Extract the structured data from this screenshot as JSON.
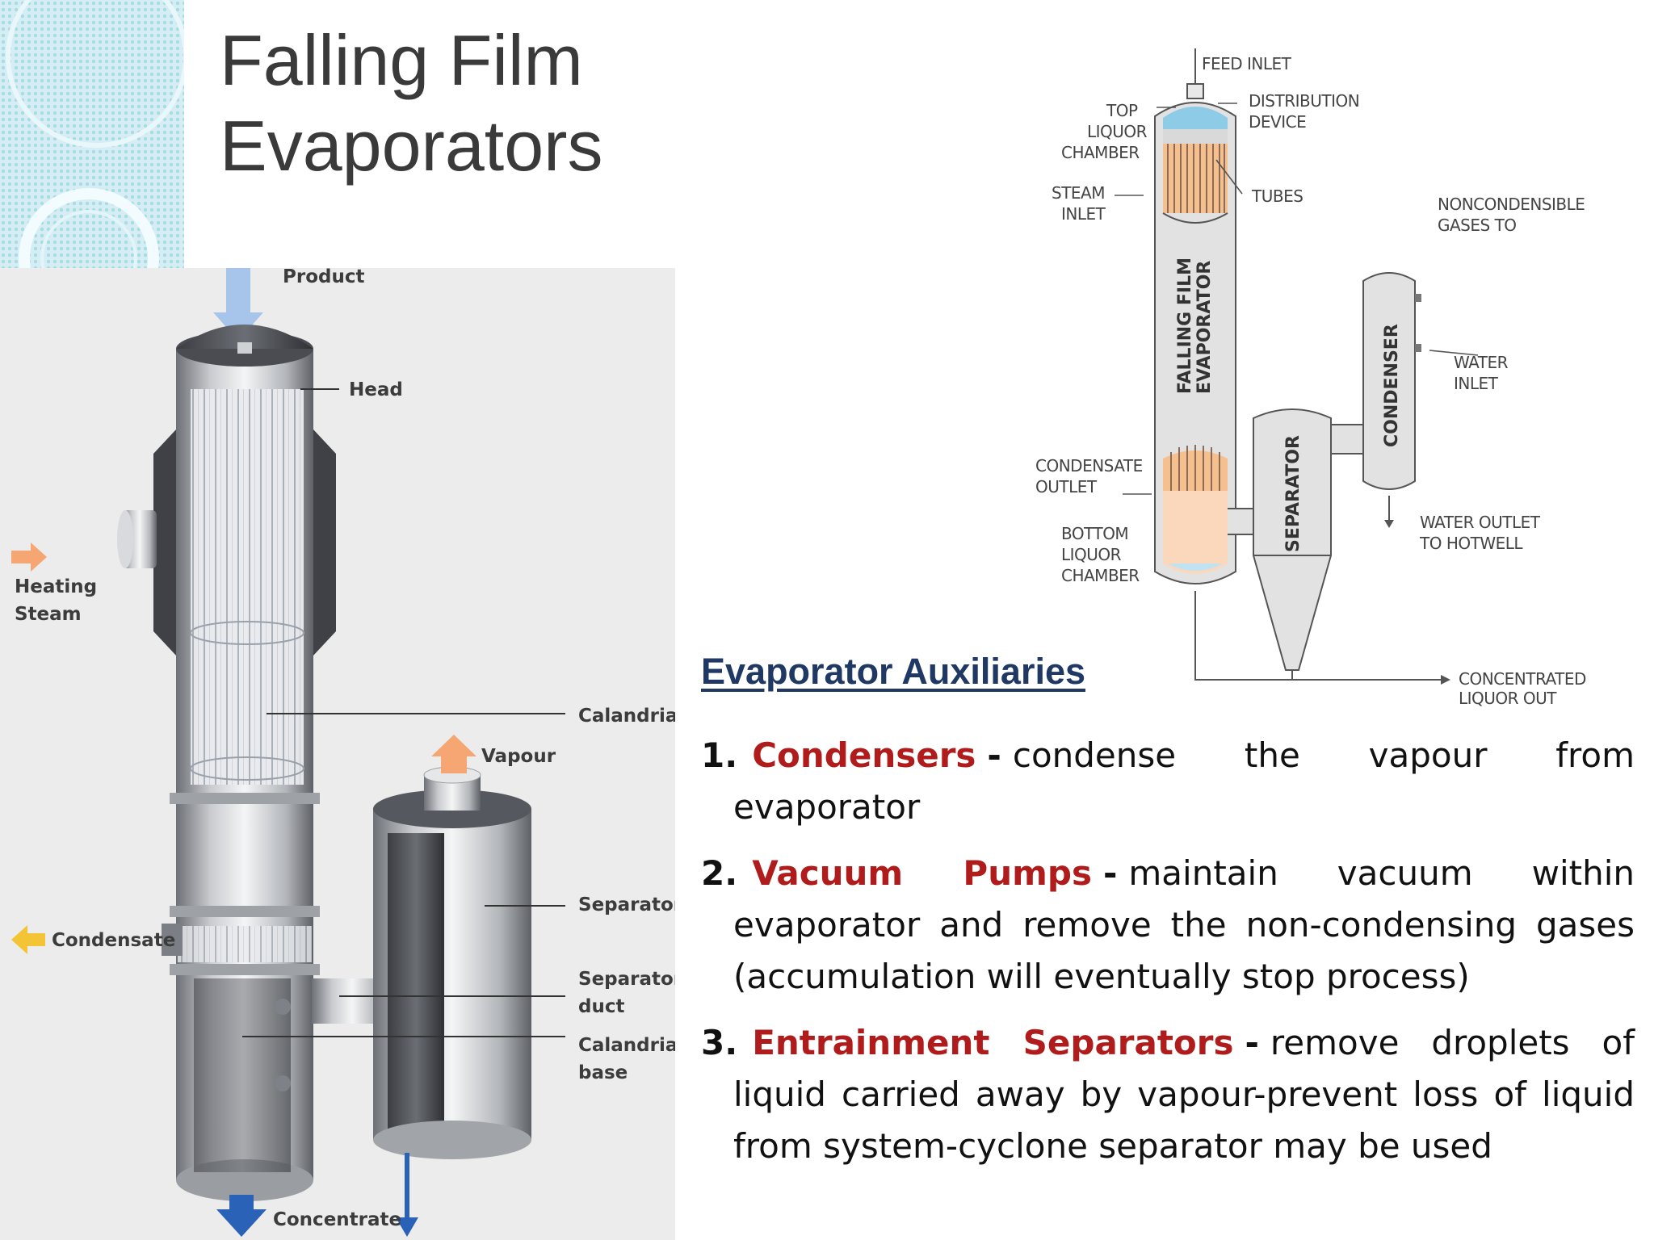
{
  "slide": {
    "title": "Falling Film Evaporators"
  },
  "left_figure": {
    "labels": {
      "product": "Product",
      "head": "Head",
      "heating_steam_line1": "Heating",
      "heating_steam_line2": "Steam",
      "calandria": "Calandria",
      "vapour": "Vapour",
      "separator": "Separator",
      "condensate": "Condensate",
      "separator_duct_line1": "Separator",
      "separator_duct_line2": "duct",
      "calandria_base_line1": "Calandria",
      "calandria_base_line2": "base",
      "concentrate": "Concentrate"
    }
  },
  "right_figure": {
    "labels": {
      "feed_inlet": "FEED INLET",
      "top_liquor_chamber_1": "TOP",
      "top_liquor_chamber_2": "LIQUOR",
      "top_liquor_chamber_3": "CHAMBER",
      "distribution_device_1": "DISTRIBUTION",
      "distribution_device_2": "DEVICE",
      "steam_inlet_1": "STEAM",
      "steam_inlet_2": "INLET",
      "tubes": "TUBES",
      "noncondensible_1": "NONCONDENSIBLE",
      "noncondensible_2": "GASES TO",
      "falling_film_1": "FALLING FILM",
      "falling_film_2": "EVAPORATOR",
      "condenser": "CONDENSER",
      "water_inlet_1": "WATER",
      "water_inlet_2": "INLET",
      "separator": "SEPARATOR",
      "condensate_outlet_1": "CONDENSATE",
      "condensate_outlet_2": "OUTLET",
      "bottom_liquor_1": "BOTTOM",
      "bottom_liquor_2": "LIQUOR",
      "bottom_liquor_3": "CHAMBER",
      "water_outlet_1": "WATER OUTLET",
      "water_outlet_2": "TO HOTWELL",
      "concentrated_1": "CONCENTRATED",
      "concentrated_2": "LIQUOR OUT"
    }
  },
  "auxiliaries": {
    "heading": "Evaporator Auxiliaries",
    "items": [
      {
        "num": "1.",
        "term": "Condensers",
        "dash": "-",
        "desc": "condense the vapour from evaporator"
      },
      {
        "num": "2.",
        "term": "Vacuum Pumps",
        "dash": "-",
        "desc": "maintain vacuum within evaporator and remove the non-condensing gases (accumulation will eventually stop process)"
      },
      {
        "num": "3.",
        "term": "Entrainment Separators",
        "dash": "-",
        "desc": "remove droplets of liquid carried away by vapour-prevent loss of liquid from system-cyclone separator may be used"
      }
    ]
  },
  "colors": {
    "title": "#3a3a3a",
    "heading": "#1f3864",
    "term": "#b01b1b",
    "deco": "#bfe3ec"
  }
}
